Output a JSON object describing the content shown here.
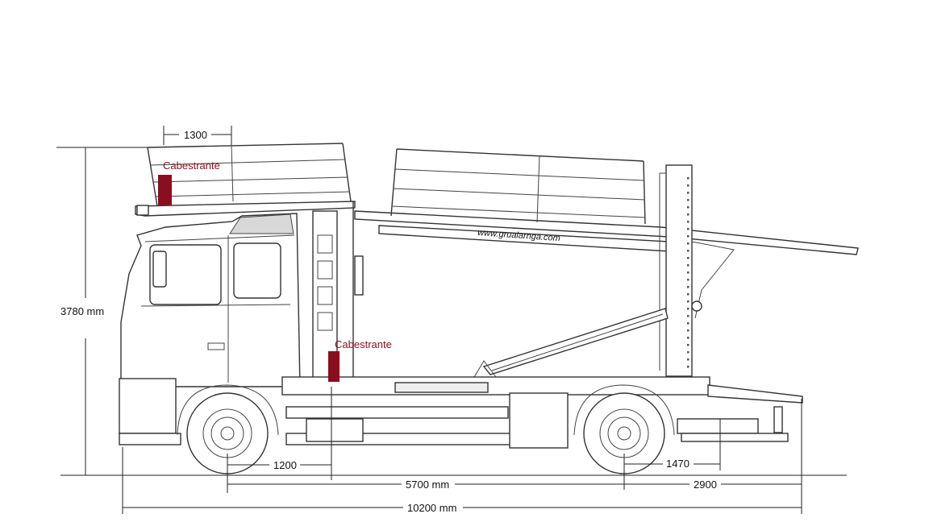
{
  "dimensions": {
    "cabin_top_length": "1300",
    "total_height": "3780 mm",
    "front_to_winch": "1200",
    "wheelbase": "5700 mm",
    "rear_overhang": "2900",
    "rear_platform": "1470",
    "total_length": "10200 mm"
  },
  "labels": {
    "winch_top": "Cabestrante",
    "winch_bottom": "Cabestrante"
  },
  "branding": {
    "website": "www.grualarnga.com"
  },
  "colors": {
    "winch_marker": "#8a0f1e",
    "label_text": "#8a0f1e",
    "line": "#333333"
  }
}
